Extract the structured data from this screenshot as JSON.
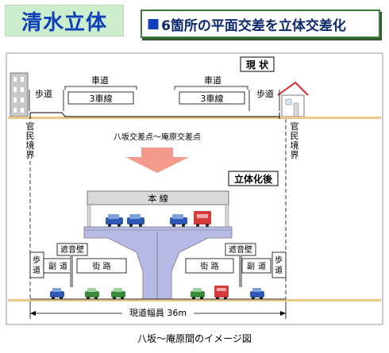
{
  "header": {
    "title": "清水立体",
    "subtitle_marker": "■",
    "subtitle": "6箇所の平面交差を立体交差化"
  },
  "current": {
    "label": "現 状",
    "road_label": "車道",
    "lanes_label": "3車線",
    "sidewalk_label": "歩道",
    "boundary_label": [
      "官",
      "民",
      "境",
      "界"
    ],
    "intersection_label": "八坂交差点～庵原交差点"
  },
  "after": {
    "label": "立体化後",
    "main_line_label": "本 線",
    "soundwall_label": "遮音壁",
    "frontage_label": "街 路",
    "side_label": [
      "副",
      "道"
    ],
    "walk_label": [
      "歩",
      "道"
    ],
    "width_label": "現道幅員 36m"
  },
  "caption": "八坂～庵原間のイメージ図",
  "colors": {
    "title_bg": "#cdeecc",
    "title_text": "#1040b8",
    "subtitle_border": "#3e7b3a",
    "arrow": "#f39a8c",
    "viaduct": "#b7b9e6",
    "ground": "#e8c98a"
  }
}
